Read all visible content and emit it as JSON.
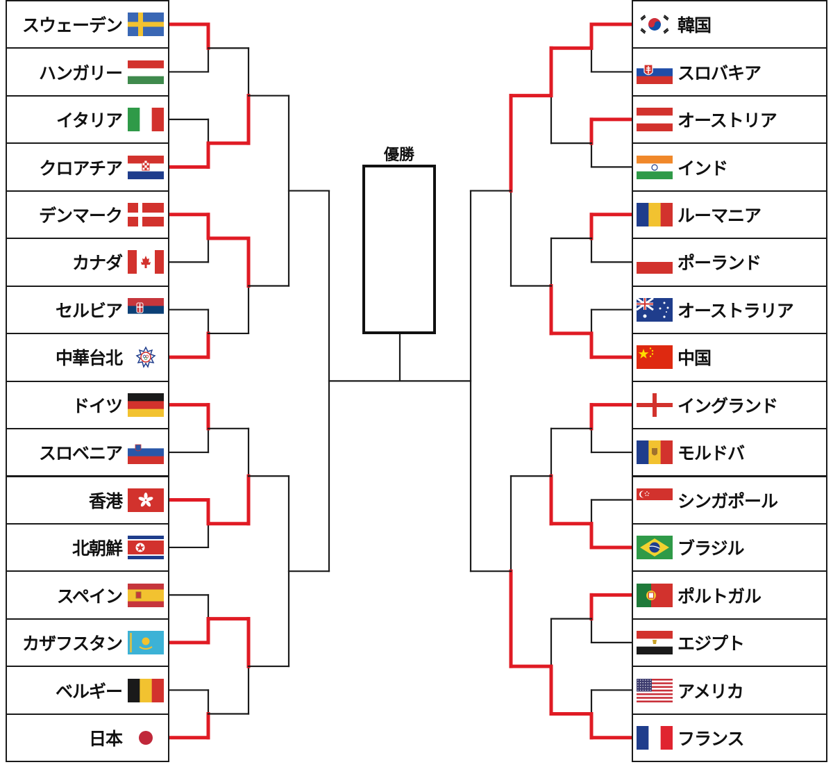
{
  "champion_label": "優勝",
  "colors": {
    "winner_line": "#e01b24",
    "line": "#1a1a1a"
  },
  "left_teams": [
    {
      "name": "スウェーデン",
      "flag": "sweden"
    },
    {
      "name": "ハンガリー",
      "flag": "hungary"
    },
    {
      "name": "イタリア",
      "flag": "italy"
    },
    {
      "name": "クロアチア",
      "flag": "croatia"
    },
    {
      "name": "デンマーク",
      "flag": "denmark"
    },
    {
      "name": "カナダ",
      "flag": "canada"
    },
    {
      "name": "セルビア",
      "flag": "serbia"
    },
    {
      "name": "中華台北",
      "flag": "chinese-taipei"
    },
    {
      "name": "ドイツ",
      "flag": "germany"
    },
    {
      "name": "スロベニア",
      "flag": "slovenia"
    },
    {
      "name": "香港",
      "flag": "hong-kong"
    },
    {
      "name": "北朝鮮",
      "flag": "north-korea"
    },
    {
      "name": "スペイン",
      "flag": "spain"
    },
    {
      "name": "カザフスタン",
      "flag": "kazakhstan"
    },
    {
      "name": "ベルギー",
      "flag": "belgium"
    },
    {
      "name": "日本",
      "flag": "japan"
    }
  ],
  "right_teams": [
    {
      "name": "韓国",
      "flag": "south-korea"
    },
    {
      "name": "スロバキア",
      "flag": "slovakia"
    },
    {
      "name": "オーストリア",
      "flag": "austria"
    },
    {
      "name": "インド",
      "flag": "india"
    },
    {
      "name": "ルーマニア",
      "flag": "romania"
    },
    {
      "name": "ポーランド",
      "flag": "poland"
    },
    {
      "name": "オーストラリア",
      "flag": "australia"
    },
    {
      "name": "中国",
      "flag": "china"
    },
    {
      "name": "イングランド",
      "flag": "england"
    },
    {
      "name": "モルドバ",
      "flag": "moldova"
    },
    {
      "name": "シンガポール",
      "flag": "singapore"
    },
    {
      "name": "ブラジル",
      "flag": "brazil"
    },
    {
      "name": "ポルトガル",
      "flag": "portugal"
    },
    {
      "name": "エジプト",
      "flag": "egypt"
    },
    {
      "name": "アメリカ",
      "flag": "usa"
    },
    {
      "name": "フランス",
      "flag": "france"
    }
  ],
  "bracket": {
    "left": {
      "round1_winners": [
        0,
        3,
        4,
        7,
        8,
        10,
        13,
        15
      ],
      "round2_winners": [
        1,
        2,
        5,
        6
      ],
      "round3_winners": []
    },
    "right": {
      "round1_winners": [
        0,
        2,
        4,
        7,
        8,
        11,
        12,
        15
      ],
      "round2_winners": [
        0,
        3,
        5,
        7
      ],
      "round3_winners": [
        0,
        3
      ]
    }
  }
}
